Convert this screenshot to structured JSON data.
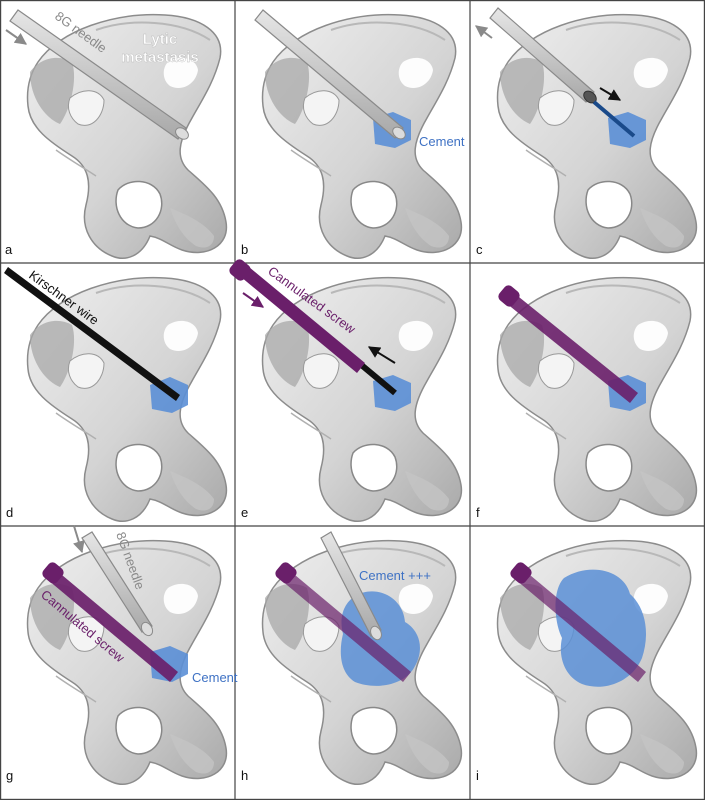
{
  "panels": {
    "a": {
      "letter": "a",
      "labels": {
        "needle": "8G needle",
        "lytic1": "Lytic",
        "lytic2": "metastasis"
      }
    },
    "b": {
      "letter": "b",
      "labels": {
        "cement": "Cement"
      }
    },
    "c": {
      "letter": "c"
    },
    "d": {
      "letter": "d",
      "labels": {
        "wire": "Kirschner wire"
      }
    },
    "e": {
      "letter": "e",
      "labels": {
        "screw": "Cannulated screw"
      }
    },
    "f": {
      "letter": "f"
    },
    "g": {
      "letter": "g",
      "labels": {
        "needle": "8G needle",
        "screw": "Cannulated screw",
        "cement": "Cement"
      }
    },
    "h": {
      "letter": "h",
      "labels": {
        "cement": "Cement +++"
      }
    },
    "i": {
      "letter": "i"
    }
  },
  "colors": {
    "bone": "#dcdcdc",
    "bone_stroke": "#8c8c8c",
    "needle": "#c9c9c9",
    "cement": "#5b8fd6",
    "screw": "#6a1f6a",
    "wire": "#111111",
    "screw_text": "#6a1f6a",
    "cement_text": "#3f72c4"
  },
  "icons": [
    "arrow-icon"
  ]
}
